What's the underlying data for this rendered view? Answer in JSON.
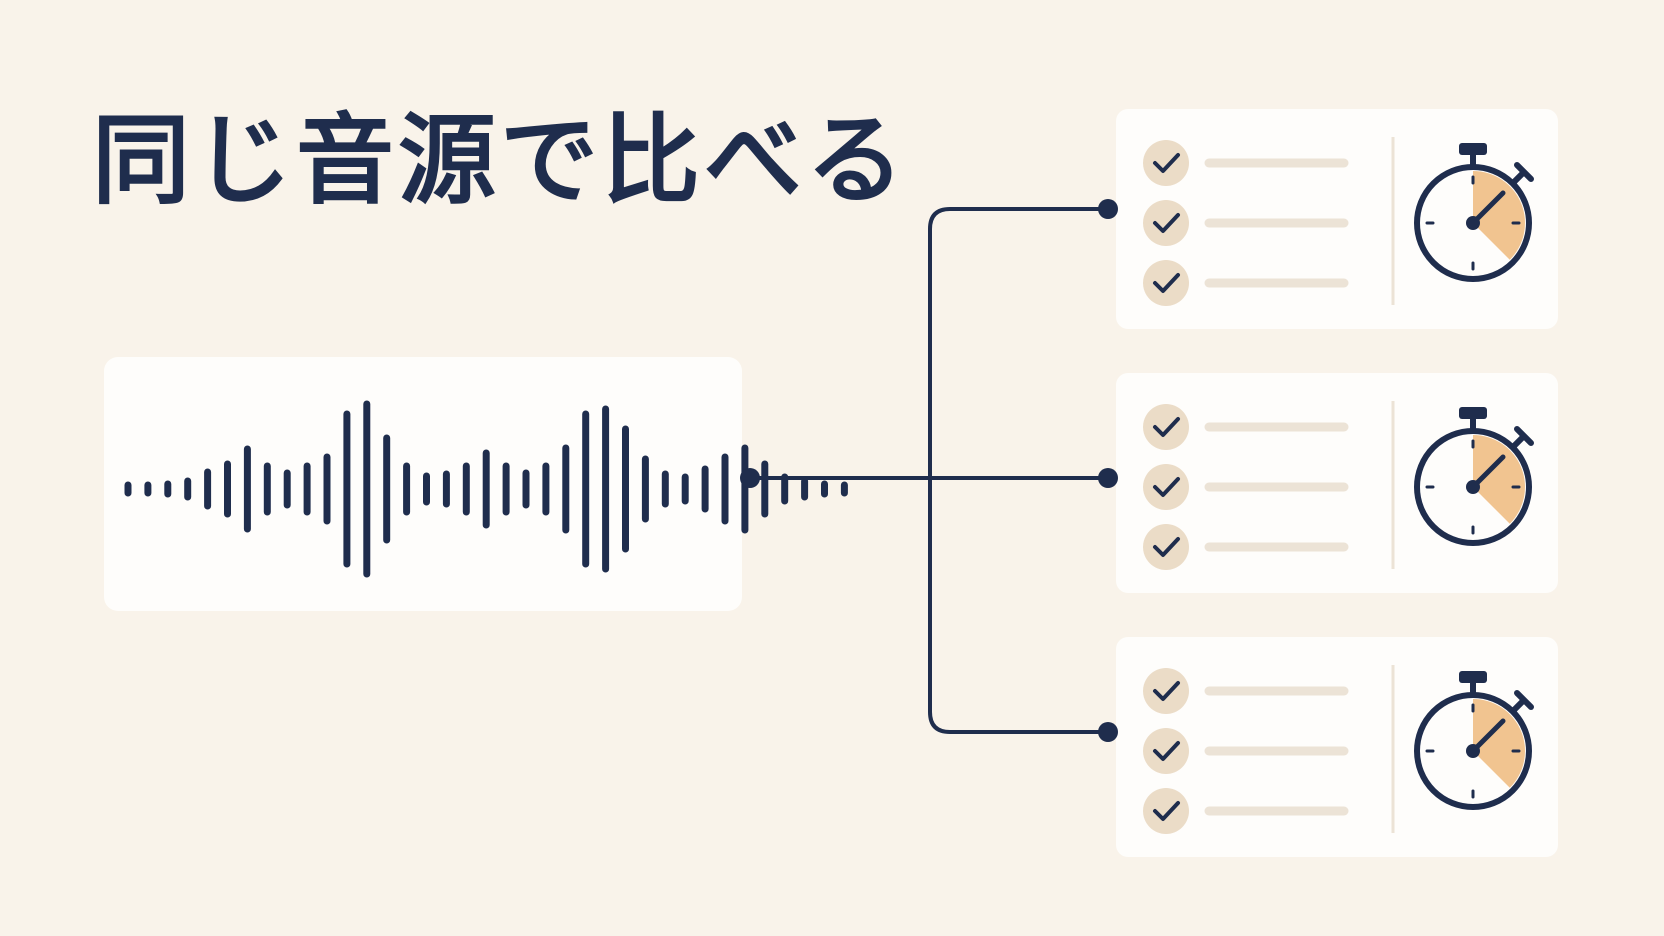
{
  "title": "同じ音源で比べる",
  "colors": {
    "background": "#f9f3ea",
    "card": "#fefdfb",
    "navy": "#1f2d4d",
    "check_circle": "#ebdcc7",
    "line_placeholder": "#ece3d6",
    "timer_accent": "#f1c490"
  },
  "icons": {
    "waveform": "waveform-icon",
    "check": "check-icon",
    "timer": "stopwatch-icon"
  },
  "results": [
    {
      "checks": 3,
      "timer_fraction": 0.375
    },
    {
      "checks": 3,
      "timer_fraction": 0.375
    },
    {
      "checks": 3,
      "timer_fraction": 0.375
    }
  ]
}
